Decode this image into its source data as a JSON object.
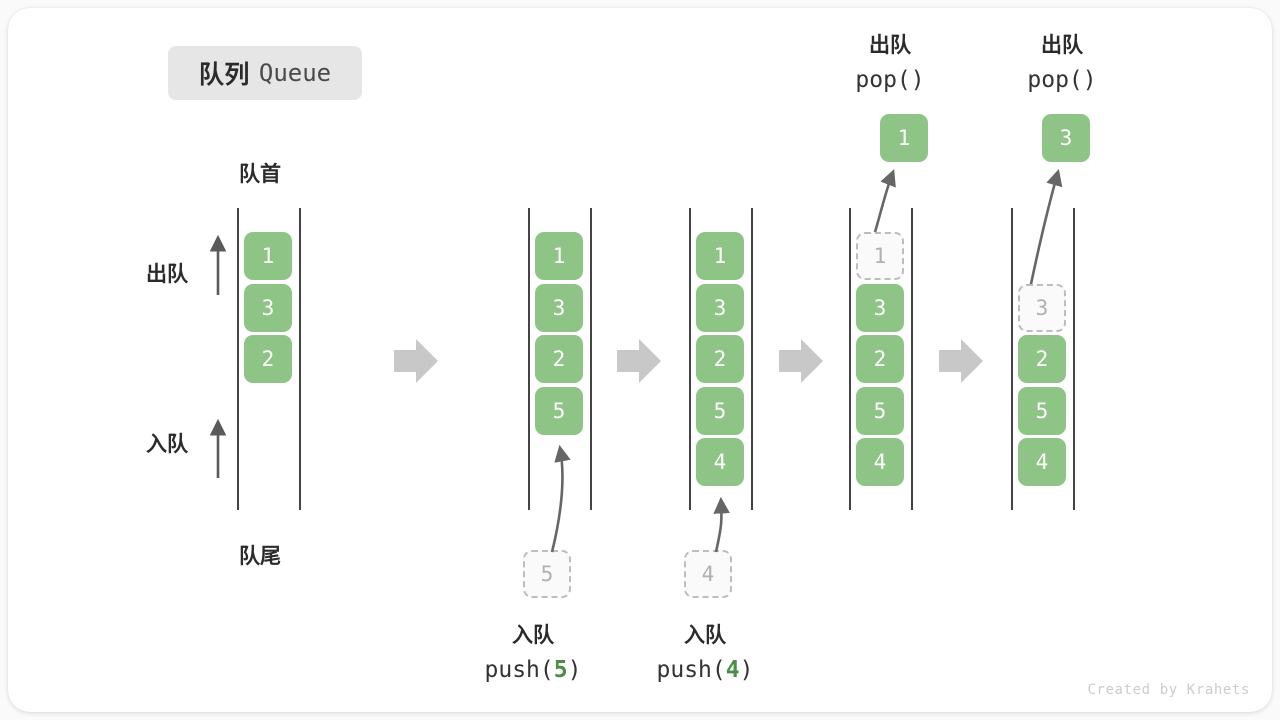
{
  "title": {
    "cn": "队列",
    "en": "Queue"
  },
  "labels": {
    "head": "队首",
    "tail": "队尾",
    "dequeue": "出队",
    "enqueue": "入队"
  },
  "watermark": "Created by Krahets",
  "colors": {
    "element": "#8fc487",
    "ghost_border": "#bdbdbd",
    "ghost_text": "#b0b0b0",
    "rail": "#444444",
    "arrow": "#666666",
    "transition_arrow": "#c8c8c8",
    "accent_number": "#4a8f43",
    "badge_bg": "#e6e6e6",
    "card_bg": "#ffffff",
    "page_bg": "#fafafa"
  },
  "operations": [
    {
      "cn": "入队",
      "code_prefix": "push(",
      "code_num": "5",
      "code_suffix": ")"
    },
    {
      "cn": "入队",
      "code_prefix": "push(",
      "code_num": "4",
      "code_suffix": ")"
    },
    {
      "cn": "出队",
      "code_prefix": "pop(",
      "code_num": "",
      "code_suffix": ")"
    },
    {
      "cn": "出队",
      "code_prefix": "pop(",
      "code_num": "",
      "code_suffix": ")"
    }
  ],
  "columns": [
    {
      "id": "state-initial",
      "cells": [
        {
          "value": "1",
          "state": "filled"
        },
        {
          "value": "3",
          "state": "filled"
        },
        {
          "value": "2",
          "state": "filled"
        }
      ]
    },
    {
      "id": "state-after-push-5",
      "cells": [
        {
          "value": "1",
          "state": "filled"
        },
        {
          "value": "3",
          "state": "filled"
        },
        {
          "value": "2",
          "state": "filled"
        },
        {
          "value": "5",
          "state": "filled"
        }
      ],
      "incoming": {
        "value": "5",
        "state": "ghost"
      }
    },
    {
      "id": "state-after-push-4",
      "cells": [
        {
          "value": "1",
          "state": "filled"
        },
        {
          "value": "3",
          "state": "filled"
        },
        {
          "value": "2",
          "state": "filled"
        },
        {
          "value": "5",
          "state": "filled"
        },
        {
          "value": "4",
          "state": "filled"
        }
      ],
      "incoming": {
        "value": "4",
        "state": "ghost"
      }
    },
    {
      "id": "state-after-pop-1",
      "cells": [
        {
          "value": "1",
          "state": "ghost"
        },
        {
          "value": "3",
          "state": "filled"
        },
        {
          "value": "2",
          "state": "filled"
        },
        {
          "value": "5",
          "state": "filled"
        },
        {
          "value": "4",
          "state": "filled"
        }
      ],
      "outgoing": {
        "value": "1",
        "state": "filled"
      }
    },
    {
      "id": "state-after-pop-3",
      "cells": [
        {
          "value": "",
          "state": "empty"
        },
        {
          "value": "3",
          "state": "ghost"
        },
        {
          "value": "2",
          "state": "filled"
        },
        {
          "value": "5",
          "state": "filled"
        },
        {
          "value": "4",
          "state": "filled"
        }
      ],
      "outgoing": {
        "value": "3",
        "state": "filled"
      }
    }
  ],
  "transitions": [
    "arrow-right",
    "arrow-right",
    "arrow-right",
    "arrow-right"
  ]
}
